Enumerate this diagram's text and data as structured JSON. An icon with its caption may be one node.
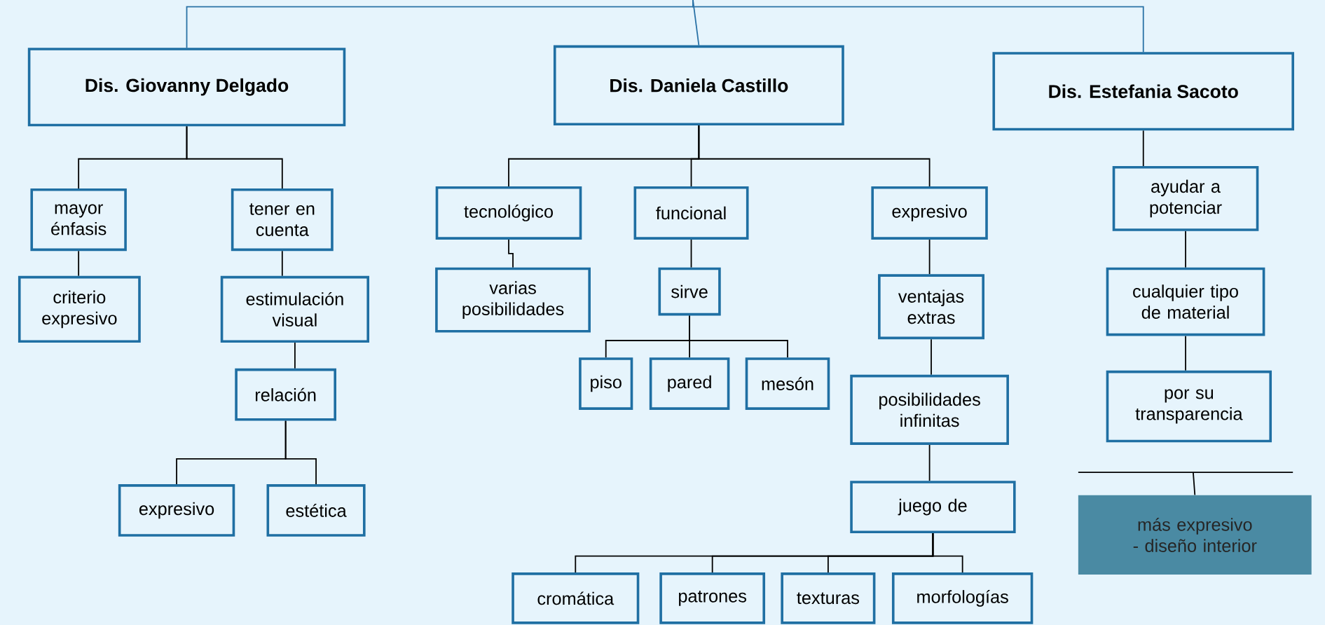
{
  "diagram": {
    "nodes": [
      {
        "text": [
          "Dis. Giovanny Delgado"
        ]
      },
      {
        "text": [
          "Dis. Daniela Castillo"
        ]
      },
      {
        "text": [
          "Dis. Estefania Sacoto"
        ]
      },
      {
        "text": [
          "mayor énfasis"
        ]
      },
      {
        "text": [
          "tener en cuenta"
        ]
      },
      {
        "text": [
          "criterio expresivo"
        ]
      },
      {
        "text": [
          "estimulación visual"
        ]
      },
      {
        "text": [
          "relación"
        ]
      },
      {
        "text": [
          "expresivo"
        ]
      },
      {
        "text": [
          "estética"
        ]
      },
      {
        "text": [
          "tecnológico"
        ]
      },
      {
        "text": [
          "funcional"
        ]
      },
      {
        "text": [
          "expresivo"
        ]
      },
      {
        "text": [
          "varias posibilidades"
        ]
      },
      {
        "text": [
          "sirve"
        ]
      },
      {
        "text": [
          "piso"
        ]
      },
      {
        "text": [
          "pared"
        ]
      },
      {
        "text": [
          "mesón"
        ]
      },
      {
        "text": [
          "ventajas extras"
        ]
      },
      {
        "text": [
          "posibilidades infinitas"
        ]
      },
      {
        "text": [
          "juego de"
        ]
      },
      {
        "text": [
          "cromática"
        ]
      },
      {
        "text": [
          "patrones"
        ]
      },
      {
        "text": [
          "texturas"
        ]
      },
      {
        "text": [
          "morfologías"
        ]
      },
      {
        "text": [
          "ayudar a potenciar"
        ]
      },
      {
        "text": [
          "cualquier tipo de material"
        ]
      },
      {
        "text": [
          "por su transparencia"
        ]
      },
      {
        "text": [
          "más expresivo - diseño interior"
        ]
      }
    ],
    "edges": [
      {
        "from": null,
        "to": 0,
        "arrow": "none",
        "color": "#2a72a6"
      },
      {
        "from": null,
        "to": 1,
        "arrow": "none",
        "color": "#2a72a6"
      },
      {
        "from": null,
        "to": 2,
        "arrow": "none",
        "color": "#2a72a6"
      },
      {
        "from": 0,
        "to": 3,
        "arrow": "none"
      },
      {
        "from": 0,
        "to": 4,
        "arrow": "none"
      },
      {
        "from": 3,
        "to": 5,
        "arrow": "none"
      },
      {
        "from": 4,
        "to": 6,
        "arrow": "none"
      },
      {
        "from": 6,
        "to": 7,
        "arrow": "none"
      },
      {
        "from": 7,
        "to": 8,
        "arrow": "none"
      },
      {
        "from": 7,
        "to": 9,
        "arrow": "none"
      },
      {
        "from": 1,
        "to": 10,
        "arrow": "none"
      },
      {
        "from": 1,
        "to": 11,
        "arrow": "none"
      },
      {
        "from": 1,
        "to": 12,
        "arrow": "none"
      },
      {
        "from": 10,
        "to": 13,
        "arrow": "none"
      },
      {
        "from": 11,
        "to": 14,
        "arrow": "none"
      },
      {
        "from": 14,
        "to": 15,
        "arrow": "none"
      },
      {
        "from": 14,
        "to": 16,
        "arrow": "none"
      },
      {
        "from": 14,
        "to": 17,
        "arrow": "none"
      },
      {
        "from": 12,
        "to": 18,
        "arrow": "none"
      },
      {
        "from": 18,
        "to": 19,
        "arrow": "none"
      },
      {
        "from": 19,
        "to": 20,
        "arrow": "none"
      },
      {
        "from": 20,
        "to": 21,
        "arrow": "none"
      },
      {
        "from": 20,
        "to": 22,
        "arrow": "none"
      },
      {
        "from": 20,
        "to": 23,
        "arrow": "none"
      },
      {
        "from": 20,
        "to": 24,
        "arrow": "none"
      },
      {
        "from": 2,
        "to": 25,
        "arrow": "none"
      },
      {
        "from": 25,
        "to": 26,
        "arrow": "none"
      },
      {
        "from": 26,
        "to": 27,
        "arrow": "none"
      },
      {
        "from": null,
        "to": 28,
        "arrow": "none"
      }
    ]
  }
}
